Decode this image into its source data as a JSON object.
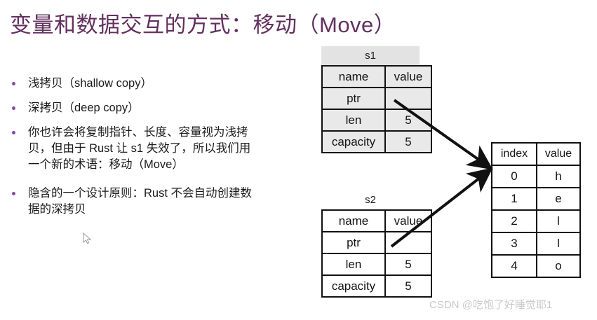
{
  "slide": {
    "title": "变量和数据交互的方式：移动（Move）",
    "title_color": "#63305f",
    "background_color": "#ffffff"
  },
  "bullets": [
    {
      "lines": [
        "浅拷贝（shallow copy）"
      ]
    },
    {
      "lines": [
        "深拷贝（deep copy）"
      ]
    },
    {
      "lines": [
        "你也许会将复制指针、长度、容量视为浅拷",
        "贝，但由于 Rust 让 s1 失效了，所以我们用",
        "一个新的术语：移动（Move）"
      ]
    },
    {
      "lines": [
        "隐含的一个设计原则：Rust 不会自动创建数",
        "据的深拷贝"
      ]
    }
  ],
  "bullet_color": "#8349a8",
  "s1": {
    "label": "s1",
    "header": {
      "name": "name",
      "value": "value"
    },
    "rows": [
      {
        "name": "ptr",
        "value": ""
      },
      {
        "name": "len",
        "value": "5"
      },
      {
        "name": "capacity",
        "value": "5"
      }
    ],
    "fill_color": "#e9e9e9"
  },
  "s2": {
    "label": "s2",
    "header": {
      "name": "name",
      "value": "value"
    },
    "rows": [
      {
        "name": "ptr",
        "value": ""
      },
      {
        "name": "len",
        "value": "5"
      },
      {
        "name": "capacity",
        "value": "5"
      }
    ],
    "fill_color": "#ffffff"
  },
  "heap": {
    "header": {
      "index": "index",
      "value": "value"
    },
    "rows": [
      {
        "index": "0",
        "value": "h"
      },
      {
        "index": "1",
        "value": "e"
      },
      {
        "index": "2",
        "value": "l"
      },
      {
        "index": "3",
        "value": "l"
      },
      {
        "index": "4",
        "value": "o"
      }
    ],
    "fill_color": "#ffffff"
  },
  "arrows": [
    {
      "name": "s1-ptr-to-heap",
      "from": "s1.ptr",
      "to": "heap.row0"
    },
    {
      "name": "s2-ptr-to-heap",
      "from": "s2.ptr",
      "to": "heap.row0"
    }
  ],
  "watermark": {
    "text": "CSDN @吃饱了好睡觉耶1",
    "color": "#c9c9c9"
  },
  "cursor": {
    "icon": "mouse-pointer-icon"
  }
}
